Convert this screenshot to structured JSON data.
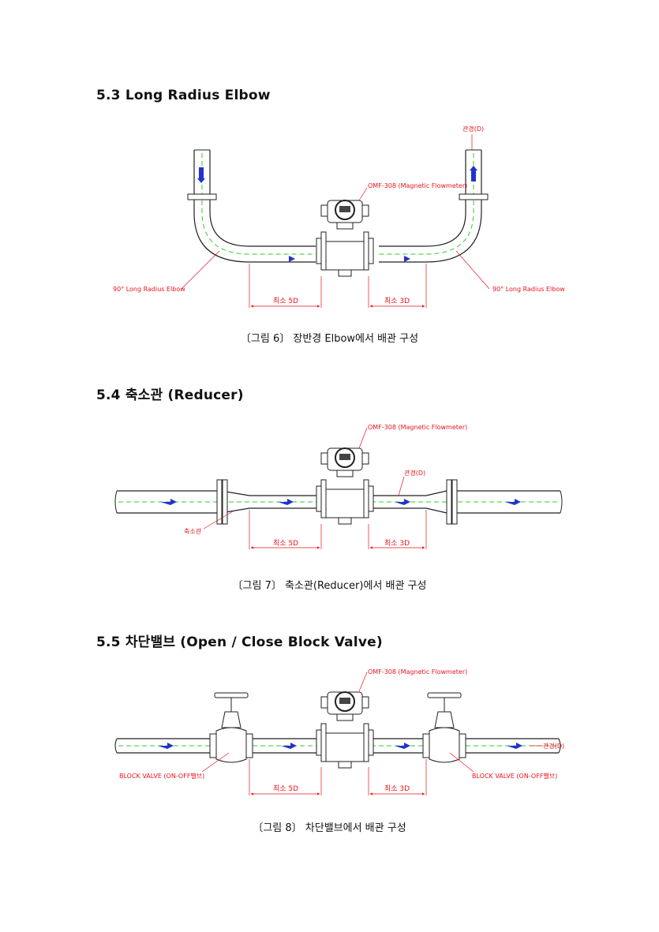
{
  "sections": [
    {
      "heading": "5.3 Long Radius Elbow",
      "caption": "〔그림 6〕 장반경 Elbow에서 배관 구성",
      "labels": {
        "meter": "OMF-308 (Magnetic Flowmeter)",
        "pipe_diameter": "관경(D)",
        "elbow_left": "90° Long Radius Elbow",
        "elbow_right": "90° Long Radius Elbow",
        "upstream": "최소 5D",
        "downstream": "최소 3D"
      }
    },
    {
      "heading": "5.4 축소관 (Reducer)",
      "caption": "〔그림 7〕 축소관(Reducer)에서 배관 구성",
      "labels": {
        "meter": "OMF-308 (Magnetic Flowmeter)",
        "pipe_diameter": "관경(D)",
        "reducer": "축소관",
        "upstream": "최소 5D",
        "downstream": "최소 3D"
      }
    },
    {
      "heading": "5.5 차단밸브 (Open / Close Block Valve)",
      "caption": "〔그림 8〕 차단밸브에서 배관 구성",
      "labels": {
        "meter": "OMF-308 (Magnetic Flowmeter)",
        "pipe_diameter": "관경(D)",
        "valve_left": "BLOCK VALVE (ON-OFF밸브)",
        "valve_right": "BLOCK VALVE (ON-OFF밸브)",
        "upstream": "최소 5D",
        "downstream": "최소 3D"
      }
    }
  ]
}
